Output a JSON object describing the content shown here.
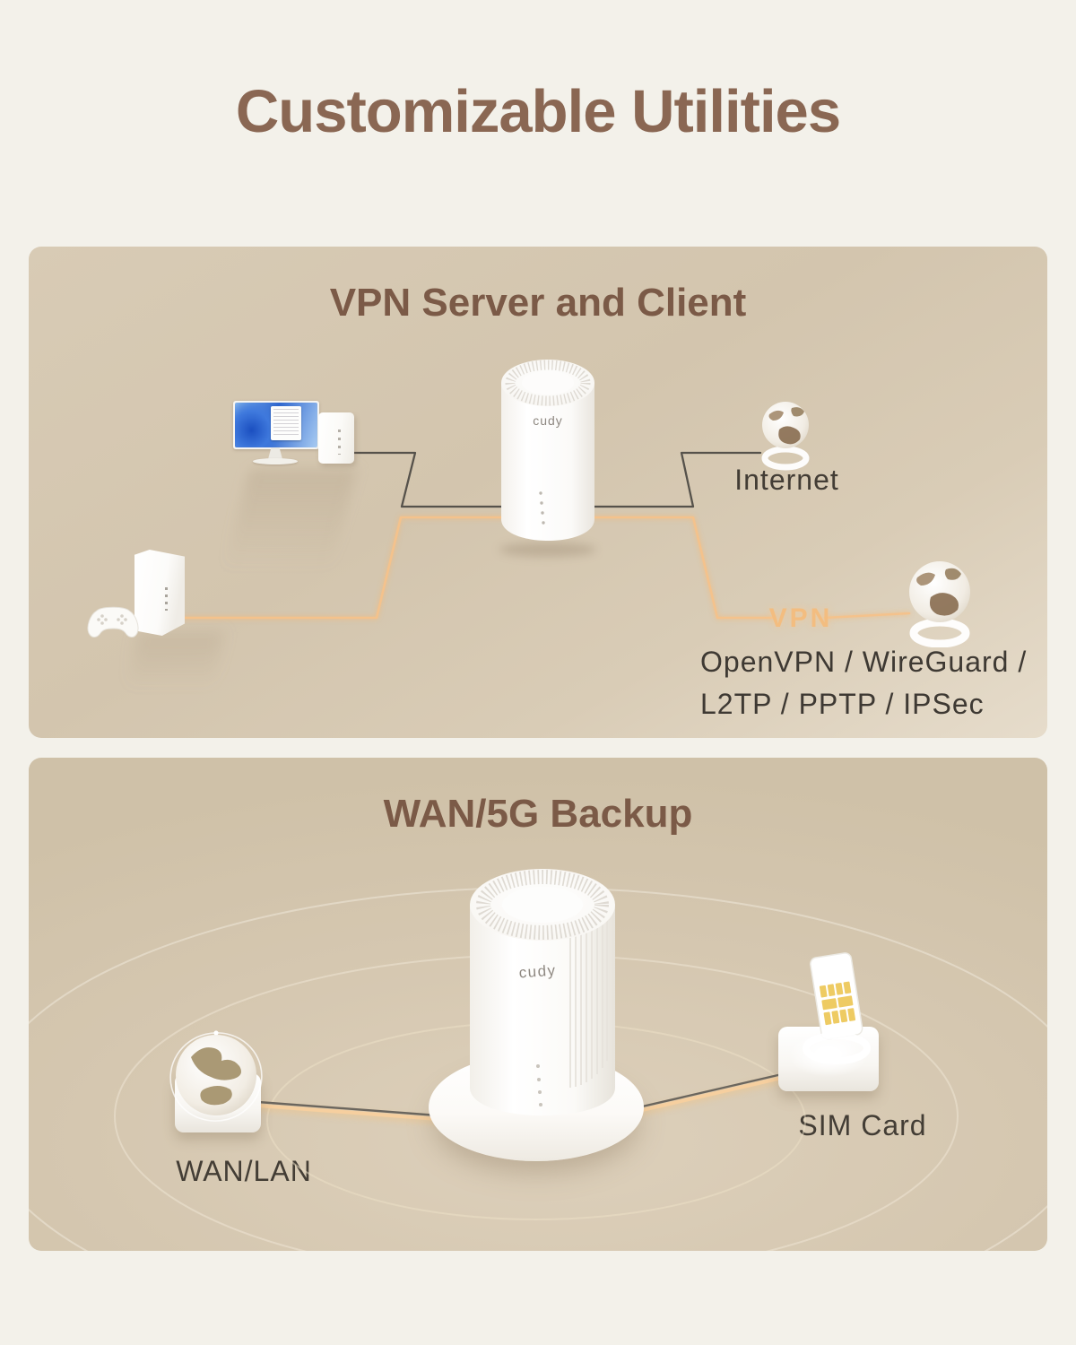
{
  "page": {
    "title": "Customizable Utilities"
  },
  "vpn_panel": {
    "heading": "VPN Server and Client",
    "internet_label": "Internet",
    "vpn_line_label": "VPN",
    "protocols_line1": "OpenVPN / WireGuard /",
    "protocols_line2": "L2TP / PPTP / IPSec",
    "router_brand": "cudy"
  },
  "backup_panel": {
    "heading": "WAN/5G Backup",
    "wan_label": "WAN/LAN",
    "sim_label": "SIM Card",
    "router_brand": "cudy"
  },
  "colors": {
    "page_background": "#f3f1ea",
    "panel_background": "#d4c6ae",
    "title_brown": "#8a6753",
    "heading_brown": "#7b5a47",
    "label_dark": "#3e3933",
    "line_dark": "#56524b",
    "line_orange": "#f4c28c",
    "vpn_text_orange": "#f3bd80",
    "sim_gold": "#eecb63"
  }
}
